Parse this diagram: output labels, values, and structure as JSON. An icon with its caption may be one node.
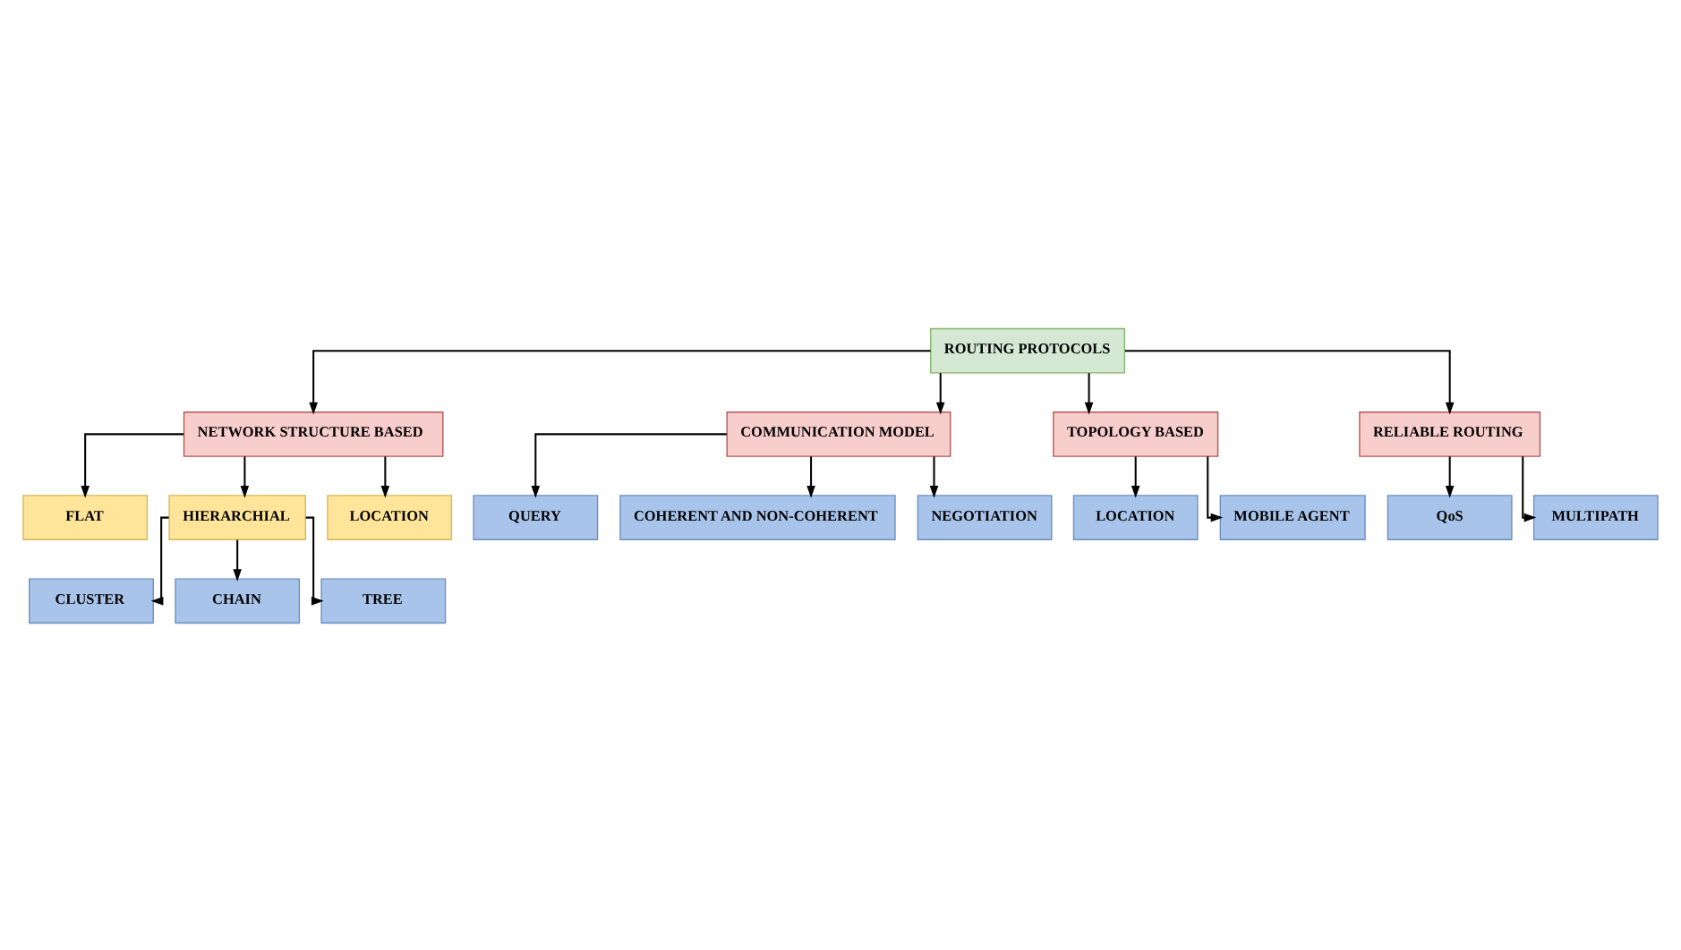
{
  "diagram": {
    "nodes": [
      {
        "text": [
          "ROUTING PROTOCOLS"
        ]
      },
      {
        "text": [
          "NETWORK STRUCTURE BASED"
        ]
      },
      {
        "text": [
          "COMMUNICATION MODEL"
        ]
      },
      {
        "text": [
          "TOPOLOGY BASED"
        ]
      },
      {
        "text": [
          "RELIABLE ROUTING"
        ]
      },
      {
        "text": [
          "FLAT"
        ]
      },
      {
        "text": [
          "HIERARCHIAL"
        ]
      },
      {
        "text": [
          "LOCATION"
        ]
      },
      {
        "text": [
          "CLUSTER"
        ]
      },
      {
        "text": [
          "CHAIN"
        ]
      },
      {
        "text": [
          "TREE"
        ]
      },
      {
        "text": [
          "QUERY"
        ]
      },
      {
        "text": [
          "COHERENT AND NON-COHERENT"
        ]
      },
      {
        "text": [
          "NEGOTIATION"
        ]
      },
      {
        "text": [
          "LOCATION"
        ]
      },
      {
        "text": [
          "MOBILE AGENT"
        ]
      },
      {
        "text": [
          "QoS"
        ]
      },
      {
        "text": [
          "MULTIPATH"
        ]
      }
    ],
    "edges": [
      {
        "from": 0,
        "to": 1,
        "arrow": "to"
      },
      {
        "from": 0,
        "to": 2,
        "arrow": "to"
      },
      {
        "from": 0,
        "to": 3,
        "arrow": "to"
      },
      {
        "from": 0,
        "to": 4,
        "arrow": "to"
      },
      {
        "from": 1,
        "to": 5,
        "arrow": "to"
      },
      {
        "from": 1,
        "to": 6,
        "arrow": "to"
      },
      {
        "from": 1,
        "to": 7,
        "arrow": "to"
      },
      {
        "from": 6,
        "to": 8,
        "arrow": "to"
      },
      {
        "from": 6,
        "to": 9,
        "arrow": "to"
      },
      {
        "from": 6,
        "to": 10,
        "arrow": "to"
      },
      {
        "from": 2,
        "to": 11,
        "arrow": "to"
      },
      {
        "from": 2,
        "to": 12,
        "arrow": "to"
      },
      {
        "from": 2,
        "to": 13,
        "arrow": "to"
      },
      {
        "from": 3,
        "to": 14,
        "arrow": "to"
      },
      {
        "from": 3,
        "to": 15,
        "arrow": "to"
      },
      {
        "from": 4,
        "to": 16,
        "arrow": "to"
      },
      {
        "from": 4,
        "to": 17,
        "arrow": "to"
      }
    ]
  }
}
